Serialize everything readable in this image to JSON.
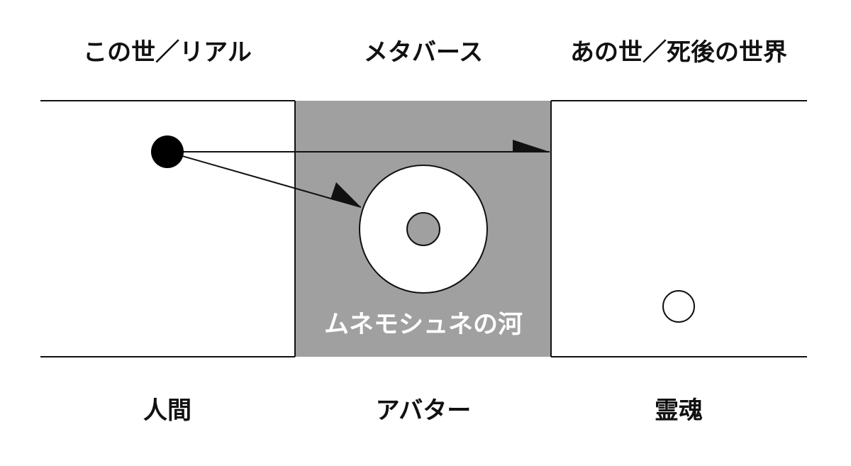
{
  "columns": {
    "left": {
      "top_label": "この世／リアル",
      "bottom_label": "人間"
    },
    "middle": {
      "top_label": "メタバース",
      "bottom_label": "アバター",
      "inner_label": "ムネモシュネの河"
    },
    "right": {
      "top_label": "あの世／死後の世界",
      "bottom_label": "霊魂"
    }
  },
  "colors": {
    "middle_fill": "#a0a0a0",
    "line": "#111111",
    "ring_fill": "#ffffff",
    "core_fill": "#a0a0a0",
    "person_dot": "#000000",
    "soul_fill": "#ffffff"
  }
}
